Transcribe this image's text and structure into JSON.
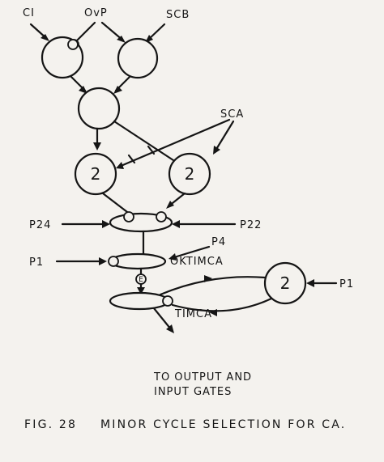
{
  "diagram": {
    "inputs": {
      "ci": "CI",
      "ovp": "OvP",
      "scb": "SCB",
      "sca": "SCA",
      "p24": "P24",
      "p22": "P22",
      "p4": "P4",
      "p1_left": "P1",
      "p1_right": "P1"
    },
    "nodes": {
      "and_left_count": "2",
      "and_right_count": "2",
      "loop_count": "2",
      "e_gate": "E"
    },
    "gates": {
      "oktimca": "OKTIMCA",
      "timca": "TIMCA"
    },
    "output_line1": "TO OUTPUT AND",
    "output_line2": "INPUT GATES",
    "caption_fig": "FIG. 28",
    "caption_text": "MINOR CYCLE SELECTION FOR CA."
  }
}
